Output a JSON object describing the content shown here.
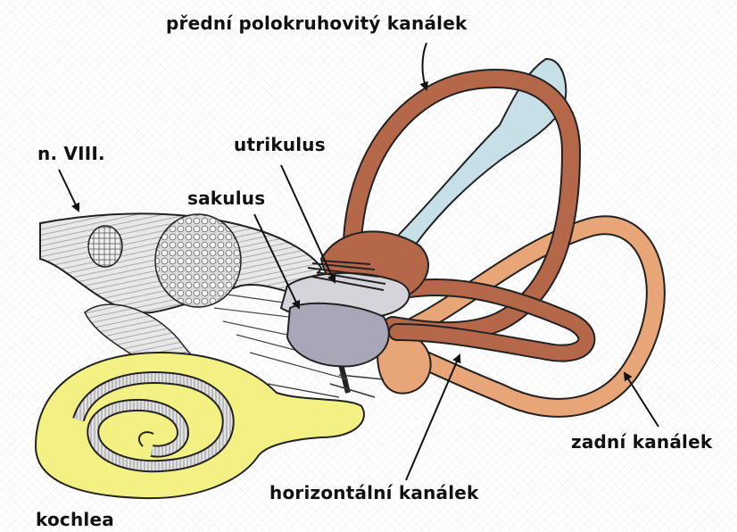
{
  "labels": {
    "anterior_canal": "přední polokruhovitý kanálek",
    "nerve": "n. VIII.",
    "utriculus": "utrikulus",
    "sacculus": "sakulus",
    "posterior_canal": "zadní kanálek",
    "horizontal_canal": "horizontální kanálek",
    "cochlea": "kochlea"
  },
  "colors": {
    "canal_dark": "#b5674a",
    "canal_light": "#e8a577",
    "endolymph_sac": "#c7dfe6",
    "utriculus": "#d4d4da",
    "sacculus": "#a9a7b7",
    "cochlea": "#f4f184",
    "nerve": "#e6e6e6",
    "outline": "#222222"
  }
}
